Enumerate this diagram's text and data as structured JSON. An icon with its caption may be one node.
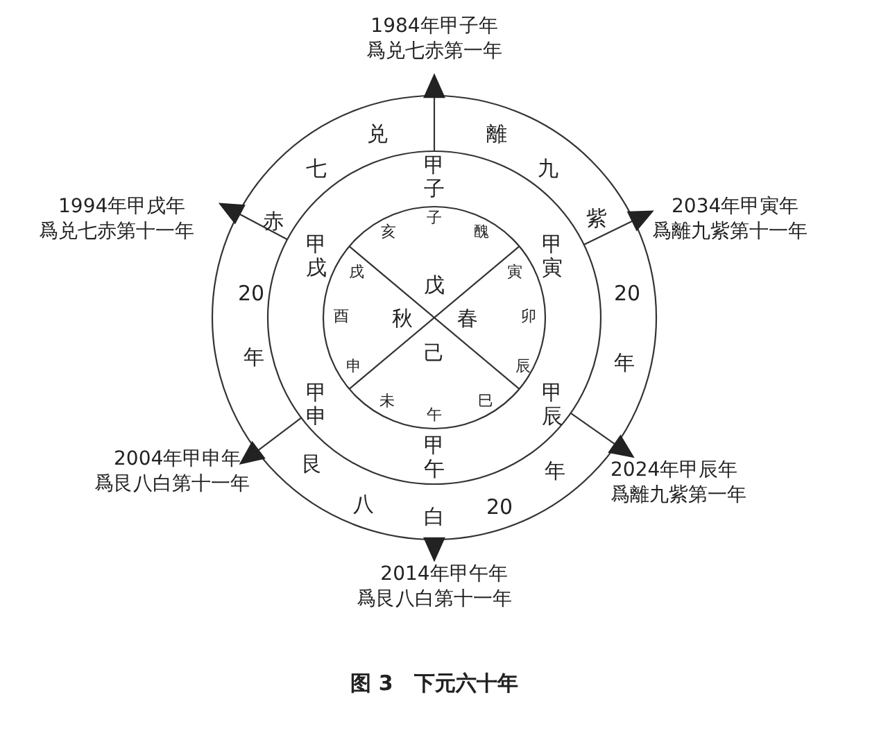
{
  "diagram": {
    "caption": "图 3　下元六十年",
    "labels": [
      "1984年甲子年爲兑七赤第一年",
      "兑",
      "離",
      "七",
      "甲子",
      "九",
      "1994年甲戌年爲兑七赤第十一年",
      "赤",
      "子",
      "紫",
      "2034年甲寅年爲離九紫第十一年",
      "亥",
      "醜",
      "甲戌",
      "甲寅",
      "20",
      "戌",
      "戊",
      "寅",
      "20",
      "酉",
      "秋",
      "春",
      "卯",
      "年",
      "申",
      "己",
      "辰",
      "年",
      "甲申",
      "未",
      "午",
      "巳",
      "甲辰",
      "2004年甲申年爲艮八白第十一年",
      "艮",
      "甲午",
      "年",
      "2024年甲辰年爲離九紫第一年",
      "八",
      "白",
      "20",
      "2014年甲午年爲艮八白第十一年"
    ]
  }
}
